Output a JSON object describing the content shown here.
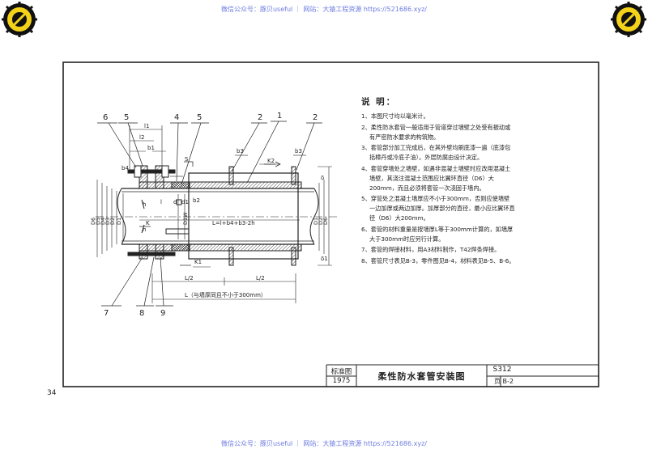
{
  "watermark": {
    "top": "微信公众号：豚贝useful ｜ 网站：大猿工程资源 https://521686.xyz/",
    "bottom": "微信公众号：豚贝useful ｜ 网站：大猿工程资源 https://521686.xyz/"
  },
  "page_number": "34",
  "notes": {
    "title": "说 明：",
    "items": [
      "1、本图尺寸均以毫米计。",
      "2、柔性防水套管一般适用于管道穿过墙壁之处受有振动或有严密防水要求的构筑物。",
      "3、套管部分加工完成后，在其外壁均刷底漆一遍（底漆包括樟丹或冷底子油）。外层防腐由设计决定。",
      "4、套管穿墙处之墙壁，如遇非混凝土墙壁时应改用混凝土墙壁，其浇注混凝土范围应比翼环直径（D6）大200mm，而且必须将套管一次浇固于墙内。",
      "5、穿管处之混凝土墙厚应不小于300mm，否则应使墙壁一边加厚或两边加厚。加厚部分的直径，最小应比翼环直径（D6）大200mm。",
      "6、套管的材料重量是按墙厚L等于300mm计算的，如墙厚大于300mm时应另行计算。",
      "7、套管的焊接材料，用A3材料制作，T42焊条焊接。",
      "8、套管尺寸表见B-3，零件图见B-4，材料表见B-5、B-6。"
    ]
  },
  "title_block": {
    "label_std": "标准图",
    "year": "1975",
    "title": "柔性防水套管安装图",
    "code": "S312",
    "sheet": "页 B-2"
  },
  "drawing": {
    "callouts": [
      "6",
      "5",
      "4",
      "5",
      "2",
      "1",
      "2",
      "7",
      "8",
      "9"
    ],
    "dims": {
      "l1": "l1",
      "l2": "l2",
      "b1": "b1",
      "b2": "b2",
      "b3": "b3",
      "b4": "b4",
      "K": "K",
      "K1": "K1",
      "K2": "K2",
      "S": "S",
      "S1": "S1",
      "h": "h",
      "l": "l",
      "d": "d",
      "d1": "d1",
      "Lformula": "L=l+b4+b3-2h",
      "Lhalf1": "L/2",
      "Lhalf2": "L/2",
      "Lnote": "L（与墙厚同且不小于300mm）",
      "Dleft": [
        "D6",
        "D5",
        "D4",
        "D3",
        "D2",
        "D1"
      ],
      "Dright": [
        "D1",
        "D2",
        "D6"
      ],
      "Dmid": "D1W",
      "delta": "δ",
      "delta1": "δ1"
    }
  }
}
